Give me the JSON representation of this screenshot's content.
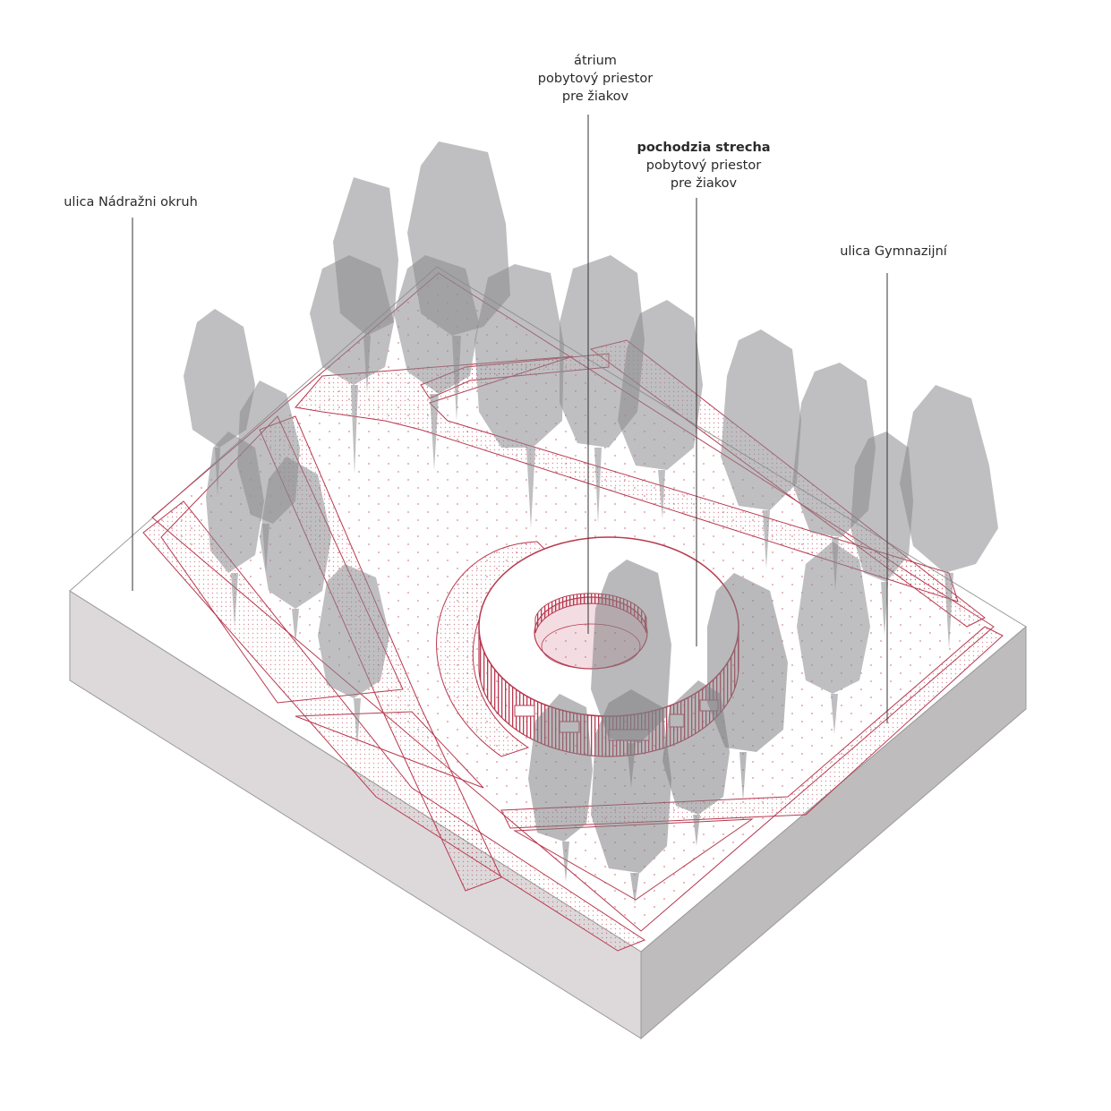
{
  "labels": {
    "atrium": {
      "line1": "átrium",
      "line2": "pobytový priestor",
      "line3": "pre žiakov"
    },
    "roof": {
      "line1": "pochodzia strecha",
      "line2": "pobytový priestor",
      "line3": "pre žiakov"
    },
    "street_west": "ulica Nádražni okruh",
    "street_east": "ulica Gymnazijní"
  },
  "colors": {
    "accent": "#b8394f",
    "tree": "#8a8a8e",
    "block_top": "#ffffff",
    "block_side_left": "#ddd9db",
    "block_side_right": "#bfbcbe",
    "leader": "#333333"
  }
}
